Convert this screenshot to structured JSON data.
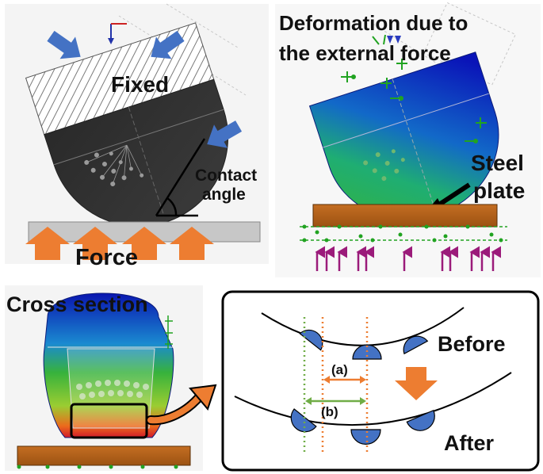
{
  "panels": {
    "fixed": {
      "fixed_label": "Fixed",
      "contact_label_1": "Contact",
      "contact_label_2": "angle",
      "force_label": "Force"
    },
    "deform": {
      "title_1": "Deformation due to",
      "title_2": "the external force",
      "steel_1": "Steel",
      "steel_2": "plate"
    },
    "cross": {
      "title": "Cross section"
    },
    "detail": {
      "before_label": "Before",
      "after_label": "After",
      "a_label": "(a)",
      "b_label": "(b)"
    }
  },
  "colors": {
    "arrow_blue": "#4472C4",
    "arrow_orange": "#ED7D31",
    "plate_brown": "#B8651B",
    "force_magenta": "#9B1B7A",
    "sensor_green": "#21A321",
    "dot_green": "#70AD47",
    "dot_orange": "#ED7D31"
  },
  "icons": {
    "press_arrow": "arrow-icon",
    "fixture_marker": "green-fixture-icon",
    "force_marker": "magenta-force-arrow-icon"
  }
}
